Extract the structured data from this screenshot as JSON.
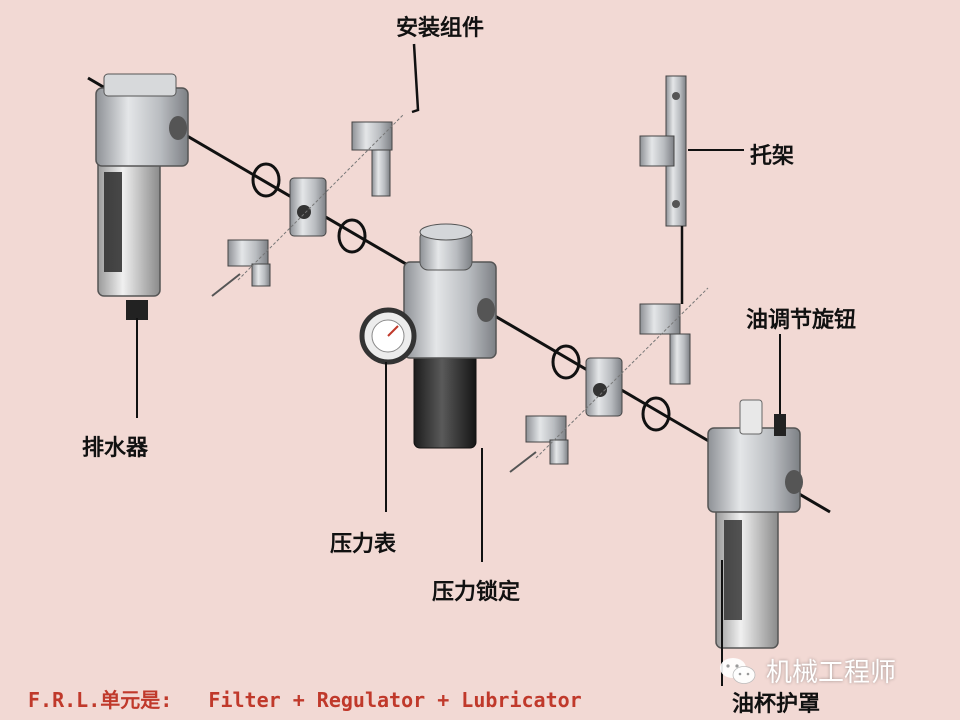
{
  "labels": {
    "mounting_kit": "安装组件",
    "bracket": "托架",
    "oil_knob": "油调节旋钮",
    "drain": "排水器",
    "pressure_gauge": "压力表",
    "pressure_lock": "压力锁定",
    "oil_cup_guard": "油杯护罩"
  },
  "footer": {
    "prefix": "F.R.L.单元是:",
    "formula": "Filter + Regulator + Lubricator"
  },
  "watermark": {
    "text": "机械工程师",
    "icon": "wechat-icon"
  },
  "colors": {
    "background": "#f2d9d4",
    "footer_text": "#c0392b",
    "label_text": "#111111",
    "metal": "#b9bcc0"
  }
}
